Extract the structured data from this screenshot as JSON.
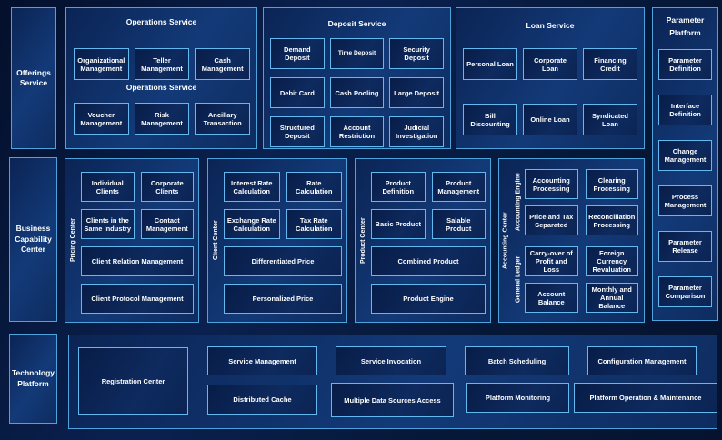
{
  "sidebar": {
    "offerings": "Offerings Service",
    "business": "Business Capability Center",
    "technology": "Technology Platform"
  },
  "operations": {
    "title": "Operations Service",
    "subtitle": "Operations Service",
    "row1": [
      "Organizational Management",
      "Teller Management",
      "Cash Management"
    ],
    "row2": [
      "Voucher Management",
      "Risk Management",
      "Ancillary Transaction"
    ]
  },
  "deposit": {
    "title": "Deposit Service",
    "items": [
      "Demand Deposit",
      "Time Deposit",
      "Security Deposit",
      "Debit Card",
      "Cash Pooling",
      "Large Deposit",
      "Structured Deposit",
      "Account Restriction",
      "Judicial Investigation"
    ]
  },
  "loan": {
    "title": "Loan Service",
    "row1": [
      "Personal Loan",
      "Corporate Loan",
      "Financing Credit"
    ],
    "row2": [
      "Bill Discounting",
      "Online Loan",
      "Syndicated Loan"
    ]
  },
  "parameter_platform": {
    "title": "Parameter Platform",
    "items": [
      "Parameter Definition",
      "Interface Definition",
      "Change Management",
      "Process Management",
      "Parameter Release",
      "Parameter Comparison"
    ]
  },
  "pricing_center": {
    "label": "Pricing Center",
    "row1": [
      "Individual Clients",
      "Corporate Clients"
    ],
    "row2": [
      "Clients in the Same Industry",
      "Contact Management"
    ],
    "wide1": "Client Relation Management",
    "wide2": "Client Protocol Management"
  },
  "client_center": {
    "label": "Client Center",
    "row1": [
      "Interest Rate Calculation",
      "Rate Calculation"
    ],
    "row2": [
      "Exchange Rate Calculation",
      "Tax Rate Calculation"
    ],
    "wide1": "Differentiated Price",
    "wide2": "Personalized Price"
  },
  "product_center": {
    "label": "Product Center",
    "row1": [
      "Product Definition",
      "Product Management"
    ],
    "row2": [
      "Basic Product",
      "Salable Product"
    ],
    "wide1": "Combined Product",
    "wide2": "Product Engine"
  },
  "accounting_center": {
    "label": "Accounting Center",
    "engine": {
      "label": "Accounting Engine",
      "items": [
        "Accounting Processing",
        "Clearing Processing",
        "Price and Tax Separated",
        "Reconciliation Processing"
      ]
    },
    "ledger": {
      "label": "General Ledger",
      "items": [
        "Carry-over of Profit and Loss",
        "Foreign Currency Revaluation",
        "Account Balance",
        "Monthly and Annual Balance"
      ]
    }
  },
  "technology": {
    "registration": "Registration Center",
    "row1": [
      "Service Management",
      "Service Invocation",
      "Batch Scheduling",
      "Configuration Management"
    ],
    "row2": [
      "Distributed Cache",
      "Multiple Data Sources Access",
      "Platform Monitoring",
      "Platform Operation & Maintenance"
    ]
  },
  "colors": {
    "background": "#061838",
    "panel_fill": "#0F2E66",
    "panel_border": "#4FA3DC",
    "box_fill": "#0A2150",
    "box_border": "#63B9EF",
    "text": "#FFFFFF"
  }
}
